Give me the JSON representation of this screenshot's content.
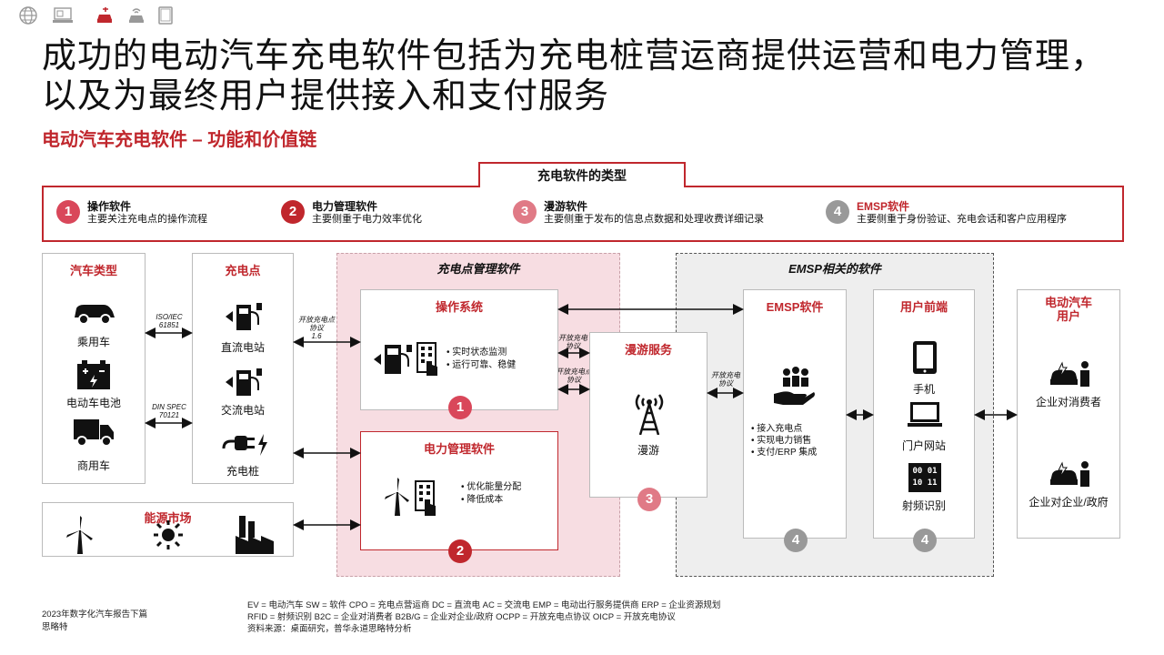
{
  "nav_icons": [
    "globe-icon",
    "laptop-icon",
    "car-charging-icon",
    "connected-car-icon",
    "tablet-icon"
  ],
  "title": "成功的电动汽车充电软件包括为充电桩营运商提供运营和电力管理，以及为最终用户提供接入和支付服务",
  "subtitle": "电动汽车充电软件 – 功能和价值链",
  "types": {
    "header": "充电软件的类型",
    "items": [
      {
        "num": "1",
        "title": "操作软件",
        "desc": "主要关注充电点的操作流程"
      },
      {
        "num": "2",
        "title": "电力管理软件",
        "desc": "主要侧重于电力效率优化"
      },
      {
        "num": "3",
        "title": "漫游软件",
        "desc": "主要侧重于发布的信息点数据和处理收费详细记录"
      },
      {
        "num": "4",
        "title": "EMSP软件",
        "desc": "主要侧重于身份验证、充电会话和客户应用程序"
      }
    ]
  },
  "vehicle_types": {
    "title": "汽车类型",
    "items": [
      "乘用车",
      "电动车电池",
      "商用车"
    ]
  },
  "charging_points": {
    "title": "充电点",
    "items": [
      "直流电站",
      "交流电站",
      "充电桩"
    ]
  },
  "protocols": {
    "iso": "ISO/IEC\n61851",
    "din": "DIN SPEC\n70121",
    "ocpp_left": "开放充电点\n协议\n1.6",
    "ocpi_top": "开放充电\n协议",
    "ocpp_mid": "开放充电点\n协议",
    "ocpi_right": "开放充电\n协议"
  },
  "energy_market": {
    "title": "能源市场"
  },
  "cpms": {
    "title": "充电点管理软件",
    "ops": {
      "title": "操作系统",
      "bullets": [
        "实时状态监测",
        "运行可靠、稳健"
      ],
      "num": "1"
    },
    "power": {
      "title": "电力管理软件",
      "bullets": [
        "优化能量分配",
        "降低成本"
      ],
      "num": "2"
    }
  },
  "roaming": {
    "title": "漫游服务",
    "label": "漫游",
    "num": "3"
  },
  "emsp_area": {
    "title": "EMSP相关的软件",
    "emsp": {
      "title": "EMSP软件",
      "bullets": [
        "接入充电点",
        "实现电力销售",
        "支付/ERP 集成"
      ],
      "num": "4"
    },
    "frontend": {
      "title": "用户前端",
      "items": [
        "手机",
        "门户网站",
        "射频识别"
      ],
      "rfid_code": "00 01\n10 11",
      "num": "4"
    }
  },
  "ev_users": {
    "title": "电动汽车\n用户",
    "items": [
      "企业对消费者",
      "企业对企业/政府"
    ]
  },
  "footer": {
    "report": "2023年数字化汽车报告下篇",
    "brand": "思略特",
    "abbr1": "EV = 电动汽车 SW = 软件  CPO = 充电点营运商  DC = 直流电  AC = 交流电  EMP = 电动出行服务提供商   ERP = 企业资源规划",
    "abbr2": "RFID = 射频识别   B2C = 企业对消费者   B2B/G = 企业对企业/政府    OCPP = 开放充电点协议    OICP = 开放充电协议",
    "source": "资料来源：桌面研究，普华永道思略特分析"
  },
  "colors": {
    "accent": "#c0272d",
    "pink_bg": "#f7dde2",
    "gray_bg": "#eeeeee",
    "badge_gray": "#999999"
  }
}
